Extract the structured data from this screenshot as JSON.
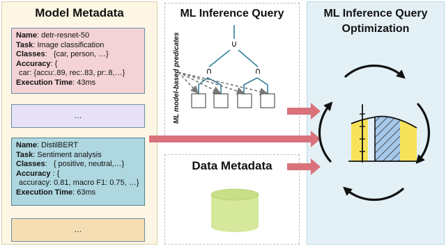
{
  "left_panel": {
    "title": "Model Metadata",
    "card1": {
      "name_label": "Name",
      "name_value": ": detr-resnet-50",
      "task_label": "Task",
      "task_value": ": Image classification",
      "classes_label": "Classes",
      "classes_value": ":   {car, person, …}",
      "accuracy_label": "Accuracy",
      "accuracy_value": ": {",
      "accuracy_detail": "car: {accu:.89, rec:.83, pr:.8,…}",
      "exec_label": "Execution Time",
      "exec_value": ": 43ms"
    },
    "ellipsis_card": "…",
    "card2": {
      "name_label": "Name",
      "name_value": ": DistilBERT",
      "task_label": "Task",
      "task_value": ": Sentiment analysis",
      "classes_label": "Classes",
      "classes_value": ":   { positive, neutral,…}",
      "accuracy_label": "Accuracy",
      "accuracy_value": " : {",
      "accuracy_detail": "accuracy: 0.81, macro F1: 0.75, …}",
      "exec_label": "Execution Time",
      "exec_value": ": 63ms"
    },
    "ellipsis_card_2": "…"
  },
  "query_panel": {
    "title": "ML Inference Query",
    "predicates_label": "ML model-based predicates",
    "union_symbol": "∪",
    "intersect_symbol": "∩"
  },
  "data_panel": {
    "title": "Data Metadata"
  },
  "opt_panel": {
    "title_line1": "ML Inference Query",
    "title_line2": "Optimization"
  },
  "colors": {
    "arrow": "#d9727a",
    "tree_line": "#2f7f96",
    "cylinder": "#d6e89b",
    "yellow": "#f7e35a",
    "blue": "#a6c8ea"
  }
}
